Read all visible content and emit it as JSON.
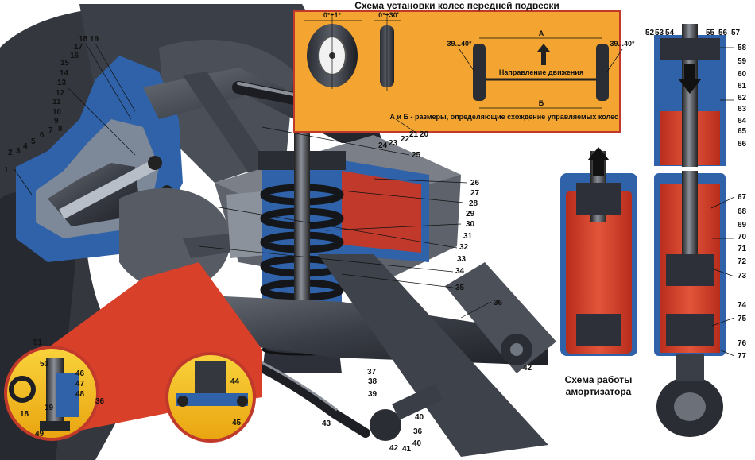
{
  "inset": {
    "title": "Схема установки колес передней подвески",
    "camber_angle": "0°±1°",
    "caster_angle": "0°±30'",
    "turn_angle_left": "39...40°",
    "turn_angle_right": "39...40°",
    "label_a": "А",
    "label_b": "Б",
    "direction": "Направление движения",
    "note": "А и Б - размеры, определяющие схождение управляемых колес"
  },
  "shock_caption": {
    "line1": "Схема работы",
    "line2": "амортизатора"
  },
  "labels": {
    "n1": "1",
    "n2": "2",
    "n3": "3",
    "n4": "4",
    "n5": "5",
    "n6": "6",
    "n7": "7",
    "n8": "8",
    "n9": "9",
    "n10": "10",
    "n11": "11",
    "n12": "12",
    "n13": "13",
    "n14": "14",
    "n15": "15",
    "n16": "16",
    "n17": "17",
    "n18": "18",
    "n19": "19",
    "n20": "20",
    "n21": "21",
    "n22": "22",
    "n23": "23",
    "n24": "24",
    "n25": "25",
    "n26": "26",
    "n27": "27",
    "n28": "28",
    "n29": "29",
    "n30": "30",
    "n31": "31",
    "n32": "32",
    "n33": "33",
    "n34": "34",
    "n35": "35",
    "n36": "36",
    "n37": "37",
    "n38": "38",
    "n39": "39",
    "n40": "40",
    "n41": "41",
    "n42": "42",
    "n43": "43",
    "n44": "44",
    "n45": "45",
    "n46": "46",
    "n47": "47",
    "n48": "48",
    "n49": "49",
    "n50": "50",
    "n51": "51",
    "n52": "52",
    "n53": "53",
    "n54": "54",
    "n55": "55",
    "n56": "56",
    "n57": "57",
    "n58": "58",
    "n59": "59",
    "n60": "60",
    "n61": "61",
    "n62": "62",
    "n63": "63",
    "n64": "64",
    "n65": "65",
    "n66": "66",
    "n67": "67",
    "n68": "68",
    "n69": "69",
    "n70": "70",
    "n71": "71",
    "n72": "72",
    "n73": "73",
    "n74": "74",
    "n75": "75",
    "n76": "76",
    "n77": "77"
  },
  "colors": {
    "inset_bg": "#f4a531",
    "fluid_red": "#d8402a",
    "steel_dark": "#2d3038",
    "cutaway_blue": "#2f62a8",
    "callout_yellow": "#f6c021"
  }
}
